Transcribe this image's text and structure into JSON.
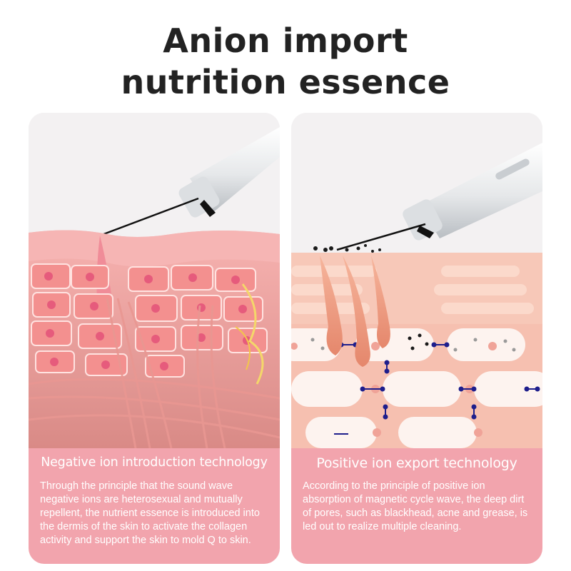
{
  "headline": {
    "line1": "Anion import",
    "line2": "nutrition essence"
  },
  "panels": [
    {
      "title": "Negative ion introduction technology",
      "body": "Through the principle that the sound wave negative ions are heterosexual and mutually repellent, the nutrient essence is introduced into the dermis of the skin to activate the collagen activity and support the skin to mold Q to skin."
    },
    {
      "title": "Positive ion export technology",
      "body": "According to the principle of positive ion absorption of magnetic cycle wave, the deep dirt of pores, such as blackhead, acne and grease, is led out to realize multiple cleaning."
    }
  ],
  "colors": {
    "caption_bg": "#f2a4ad",
    "skin_pink": "#f4a3a3",
    "cell_core": "#e65b7c",
    "ion_dot": "#1a1a1a",
    "ion_link": "#1e1e8c"
  },
  "icons": [
    "beauty-pen-device",
    "skin-cross-section",
    "hair-follicle"
  ]
}
